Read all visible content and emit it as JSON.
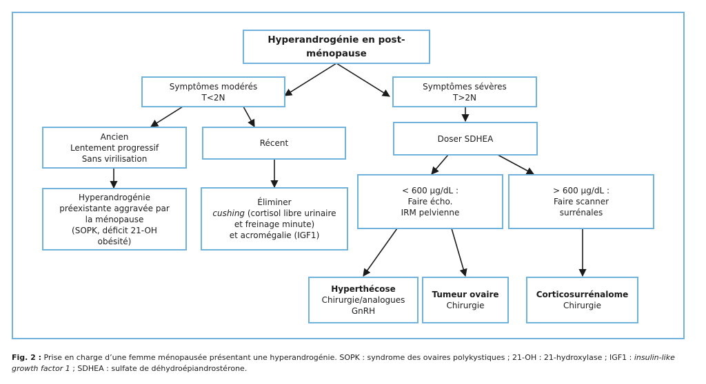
{
  "diagram": {
    "root": {
      "line1": "Hyperandrogénie en post-",
      "line2": "ménopause"
    },
    "moderate": {
      "line1": "Symptômes modérés",
      "line2": "T<2N"
    },
    "severe": {
      "line1": "Symptômes sévères",
      "line2": "T>2N"
    },
    "old": {
      "line1": "Ancien",
      "line2": "Lentement progressif",
      "line3": "Sans virilisation"
    },
    "recent": {
      "label": "Récent"
    },
    "preexisting": {
      "line1": "Hyperandrogénie",
      "line2": "préexistante aggravée par",
      "line3": "la ménopause",
      "line4": "(SOPK, déficit 21-OH",
      "line5": "obésité)"
    },
    "eliminate": {
      "line1": "Éliminer",
      "line2_italic": "cushing",
      "line2_rest": " (cortisol libre urinaire",
      "line3": "et freinage minute)",
      "line4": "et acromégalie (IGF1)"
    },
    "sdhea": {
      "label": "Doser SDHEA"
    },
    "low": {
      "line1": "< 600 µg/dL :",
      "line2": "Faire écho.",
      "line3": "IRM pelvienne"
    },
    "high": {
      "line1": "> 600 µg/dL :",
      "line2": "Faire scanner",
      "line3": "surrénales"
    },
    "hyperthecose": {
      "title": "Hyperthécose",
      "line2": "Chirurgie/analogues",
      "line3": "GnRH"
    },
    "tumeur": {
      "title": "Tumeur ovaire",
      "line2": "Chirurgie"
    },
    "cortico": {
      "title": "Corticosurrénalome",
      "line2": "Chirurgie"
    }
  },
  "caption": {
    "label": "Fig. 2 :",
    "text1": " Prise en charge d’une femme ménopausée présentant une hyperandrogénie. SOPK : syndrome des ovaires polykystiques ; 21-OH : 21-hydroxylase ; IGF1 :",
    "italic": "insulin-like growth factor 1",
    "text2": " ; SDHEA : sulfate de déhydroépiandrostérone."
  },
  "colors": {
    "border": "#6fb3dc",
    "arrow": "#1b1b1b",
    "text": "#1b1b1b"
  }
}
